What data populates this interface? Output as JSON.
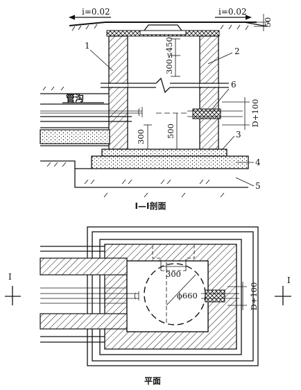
{
  "section": {
    "slope_left": "i=0.02",
    "slope_right": "i=0.02",
    "dim_50": "50",
    "dim_le450": "≤450",
    "dim_300_upper": "300",
    "dim_500": "500",
    "dim_300_lower": "300",
    "dim_d100": "D+100",
    "pipe_trench": "管沟",
    "callouts": [
      "1",
      "2",
      "3",
      "4",
      "5",
      "6"
    ],
    "caption": "I—I剖面"
  },
  "plan": {
    "dim_300": "300",
    "dim_phi": "ϕ660",
    "dim_d100": "D+100",
    "cut_mark_left": "I",
    "cut_mark_right": "I",
    "caption": "平面"
  }
}
